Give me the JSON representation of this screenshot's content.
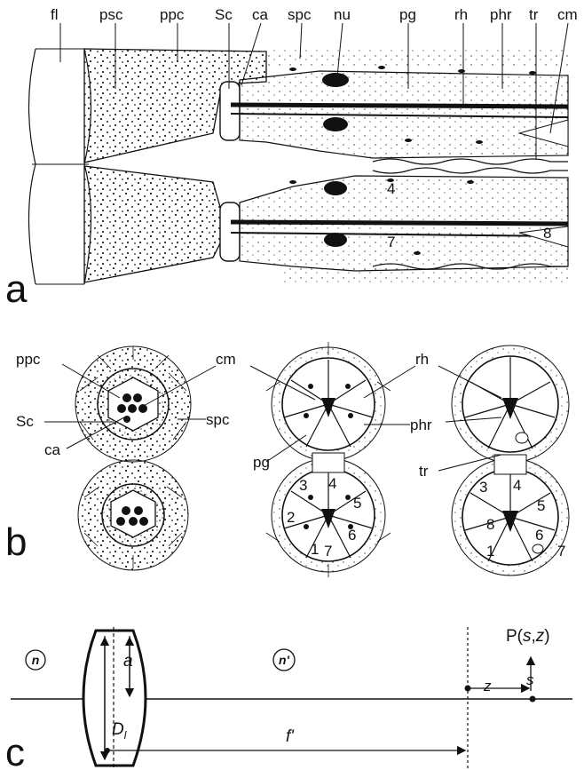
{
  "panel_a": {
    "letter": "a",
    "labels": {
      "fl": "fl",
      "psc": "psc",
      "ppc": "ppc",
      "Sc": "Sc",
      "ca": "ca",
      "spc": "spc",
      "nu": "nu",
      "pg": "pg",
      "rh": "rh",
      "phr": "phr",
      "tr": "tr",
      "cm": "cm"
    },
    "cell_numbers": [
      "4",
      "7",
      "8"
    ]
  },
  "panel_b": {
    "letter": "b",
    "labels": {
      "ppc": "ppc",
      "Sc": "Sc",
      "ca": "ca",
      "cm": "cm",
      "spc": "spc",
      "pg": "pg",
      "rh": "rh",
      "phr": "phr",
      "tr": "tr"
    },
    "middle_numbers": [
      "3",
      "4",
      "5",
      "2",
      "6",
      "1",
      "7"
    ],
    "right_numbers": [
      "3",
      "4",
      "5",
      "8",
      "6",
      "1",
      "7"
    ]
  },
  "panel_c": {
    "letter": "c",
    "n_label": "n",
    "n_prime_label": "n'",
    "a_label": "a",
    "D_label": "D",
    "D_subscript": "l",
    "f_label": "f'",
    "z_label": "z",
    "s_label": "s",
    "P_prefix": "P(",
    "P_s": "s",
    "P_comma": ",",
    "P_z": "z",
    "P_suffix": ")"
  }
}
